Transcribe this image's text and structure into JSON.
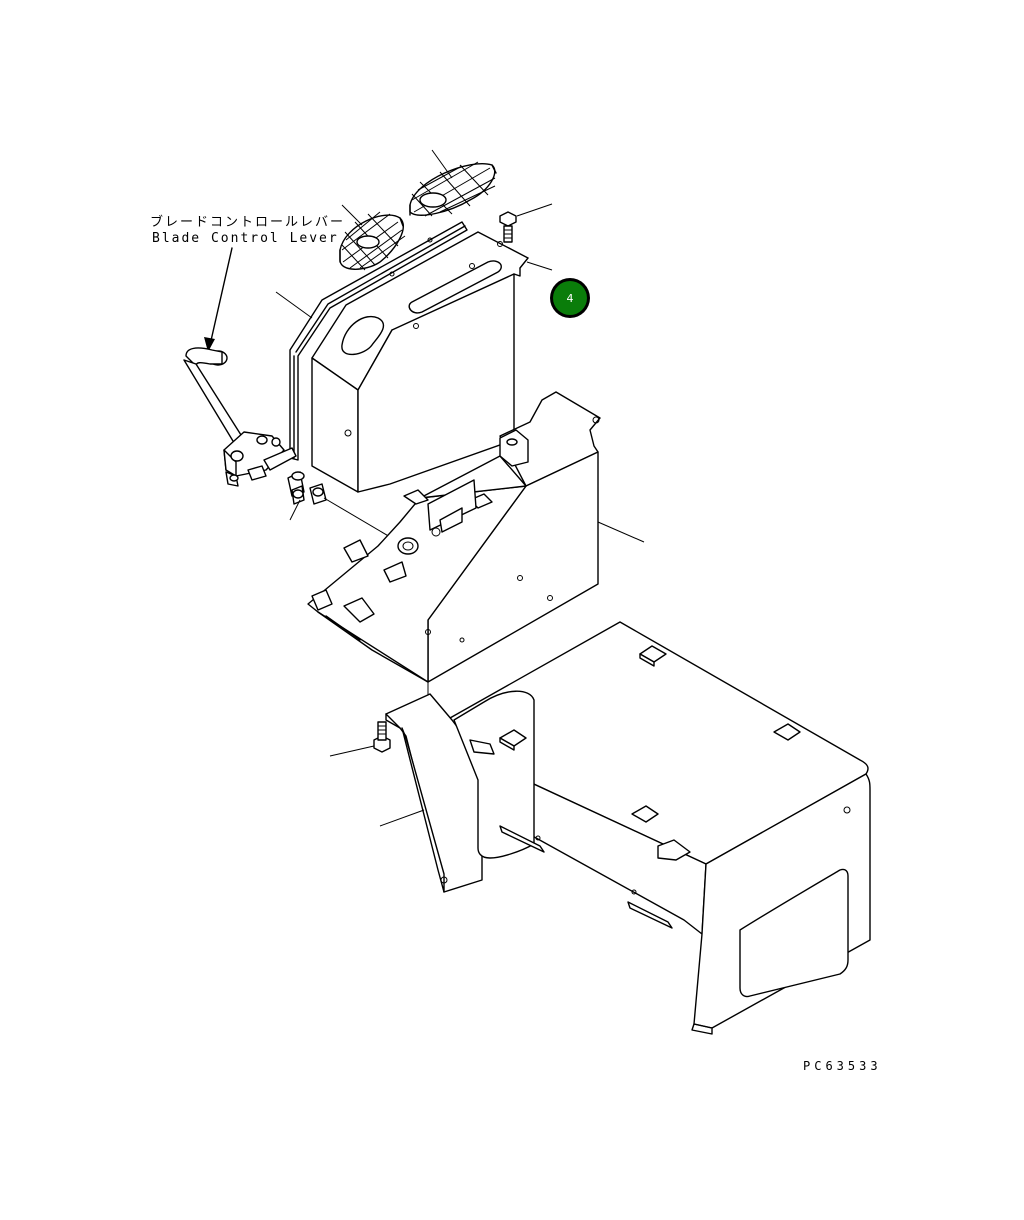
{
  "diagram": {
    "label_jp": "ブレードコントロールレバー",
    "label_en": "Blade Control Lever",
    "figure_code": "PC63533",
    "callout": {
      "number": "4",
      "color": "#0a7d0a"
    }
  }
}
